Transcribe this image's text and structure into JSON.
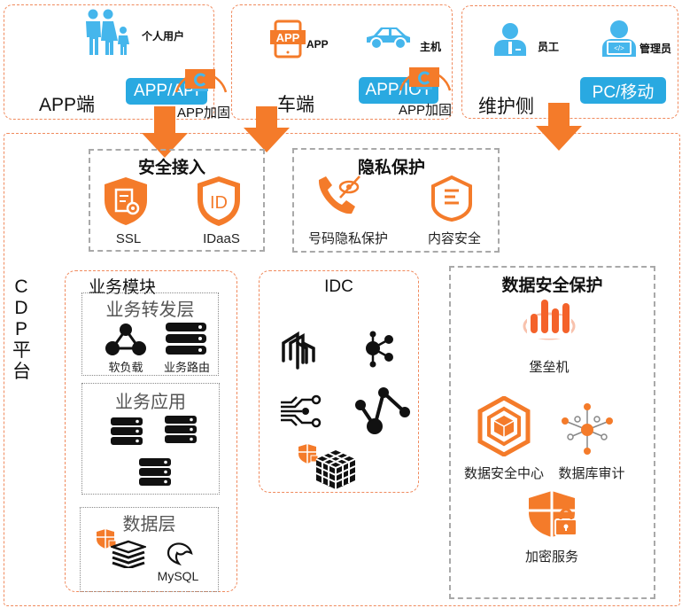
{
  "top": {
    "app_side": {
      "title": "APP端",
      "user_label": "个人用户",
      "button": "APP/API",
      "harden_label": "APP加固"
    },
    "car_side": {
      "title": "车端",
      "app_label": "APP",
      "host_label": "主机",
      "button": "APP/IOT",
      "harden_label": "APP加固"
    },
    "maint_side": {
      "title": "维护侧",
      "employee_label": "员工",
      "admin_label": "管理员",
      "button": "PC/移动"
    }
  },
  "platform": {
    "name_chars": [
      "C",
      "D",
      "P",
      "平",
      "台"
    ],
    "secure_access": {
      "title": "安全接入",
      "items": [
        "SSL",
        "IDaaS"
      ]
    },
    "privacy": {
      "title": "隐私保护",
      "items": [
        "号码隐私保护",
        "内容安全"
      ]
    },
    "business": {
      "title": "业务模块",
      "forward_layer": {
        "title": "业务转发层",
        "items": [
          "软负载",
          "业务路由"
        ]
      },
      "app_layer": {
        "title": "业务应用"
      },
      "data_layer": {
        "title": "数据层",
        "mysql_label": "MySQL"
      }
    },
    "idc": {
      "title": "IDC"
    },
    "data_security": {
      "title": "数据安全保护",
      "items": [
        "堡垒机",
        "数据安全中心",
        "数据库审计",
        "加密服务"
      ]
    }
  },
  "colors": {
    "orange": "#f47b2a",
    "blue": "#29a9e1",
    "light_blue": "#45b6ec"
  }
}
